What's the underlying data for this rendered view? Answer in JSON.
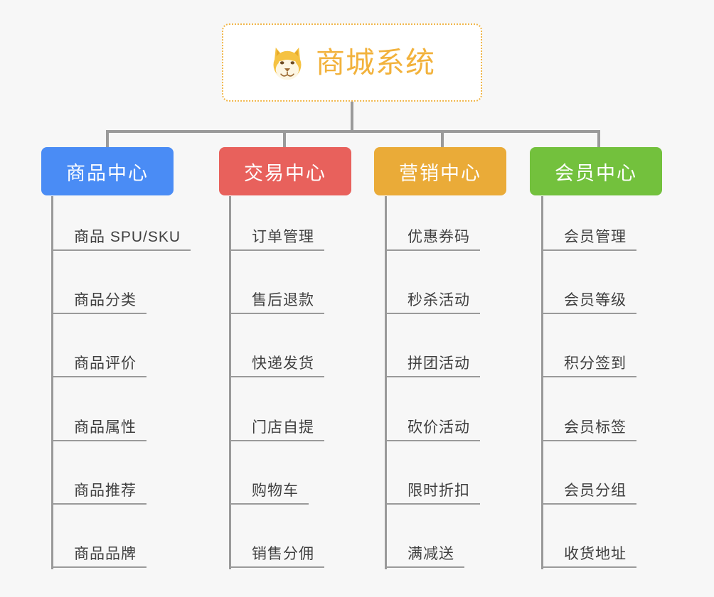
{
  "page": {
    "background_color": "#f7f7f7",
    "line_color": "#9a9a9a"
  },
  "root": {
    "icon": "shiba-dog-face-emoji",
    "title": "商城系统",
    "text_color": "#f2b23c",
    "border_color": "#f0b64a",
    "background_color": "#ffffff"
  },
  "categories": [
    {
      "id": "product-center",
      "label": "商品中心",
      "color": "#4a8cf5",
      "items": [
        "商品 SPU/SKU",
        "商品分类",
        "商品评价",
        "商品属性",
        "商品推荐",
        "商品品牌"
      ]
    },
    {
      "id": "trade-center",
      "label": "交易中心",
      "color": "#e8615c",
      "items": [
        "订单管理",
        "售后退款",
        "快递发货",
        "门店自提",
        "购物车",
        "销售分佣"
      ]
    },
    {
      "id": "marketing-center",
      "label": "营销中心",
      "color": "#eaab38",
      "items": [
        "优惠券码",
        "秒杀活动",
        "拼团活动",
        "砍价活动",
        "限时折扣",
        "满减送"
      ]
    },
    {
      "id": "member-center",
      "label": "会员中心",
      "color": "#73c13d",
      "items": [
        "会员管理",
        "会员等级",
        "积分签到",
        "会员标签",
        "会员分组",
        "收货地址"
      ]
    }
  ]
}
